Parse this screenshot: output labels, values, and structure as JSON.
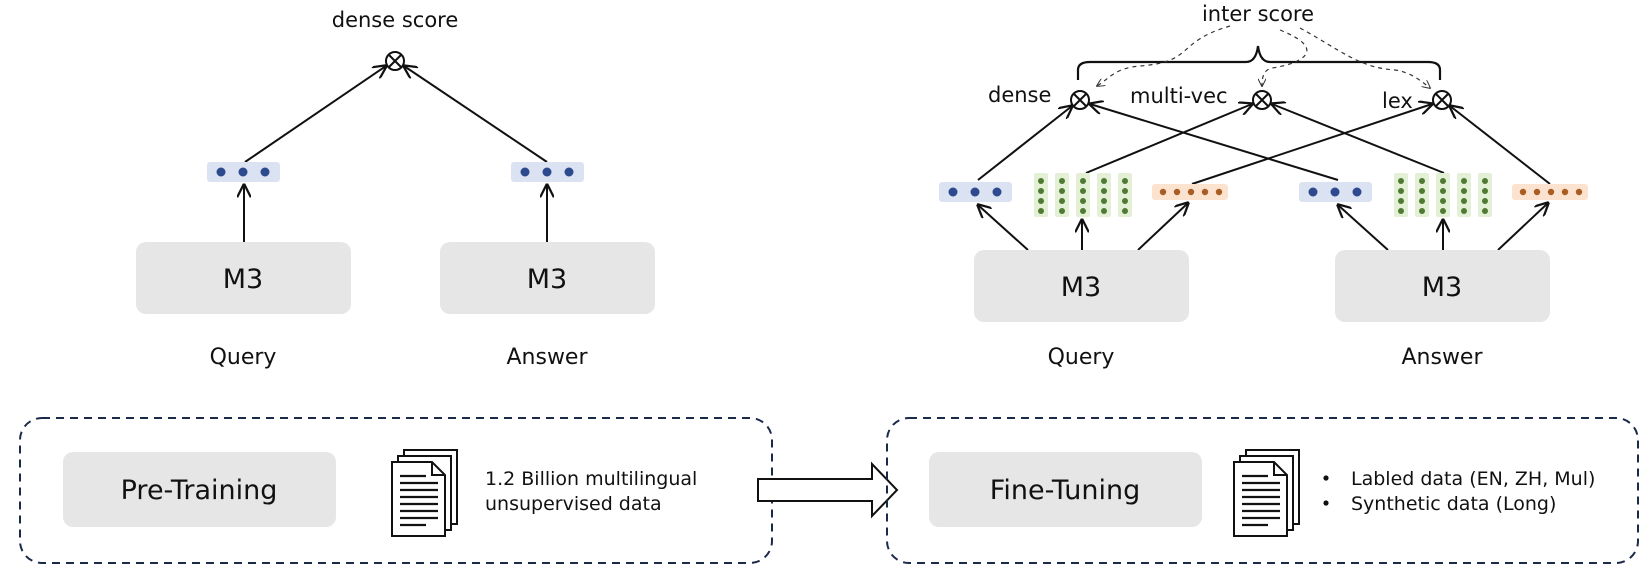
{
  "left_panel": {
    "score_label": "dense score",
    "encoder_label": "M3",
    "query_label": "Query",
    "answer_label": "Answer"
  },
  "right_panel": {
    "score_label": "inter score",
    "dense_label": "dense",
    "multivec_label": "multi-vec",
    "lex_label": "lex",
    "encoder_label": "M3",
    "query_label": "Query",
    "answer_label": "Answer"
  },
  "pretraining": {
    "stage_label": "Pre-Training",
    "data_lines": [
      "1.2 Billion multilingual",
      "unsupervised data"
    ]
  },
  "finetuning": {
    "stage_label": "Fine-Tuning",
    "bullets": [
      "Labled data (EN, ZH, Mul)",
      "Synthetic data (Long)"
    ]
  },
  "colors": {
    "dense_vec": "#dbe3f3",
    "dense_dot": "#2e4a8e",
    "multi_vec": "#e3f0d6",
    "multi_dot": "#4f7a32",
    "lex_vec": "#fbe3cf",
    "lex_dot": "#a85d25",
    "encoder_box": "#e6e6e6",
    "stage_box": "#e6e6e6",
    "dash_border": "#1c2a4a"
  }
}
